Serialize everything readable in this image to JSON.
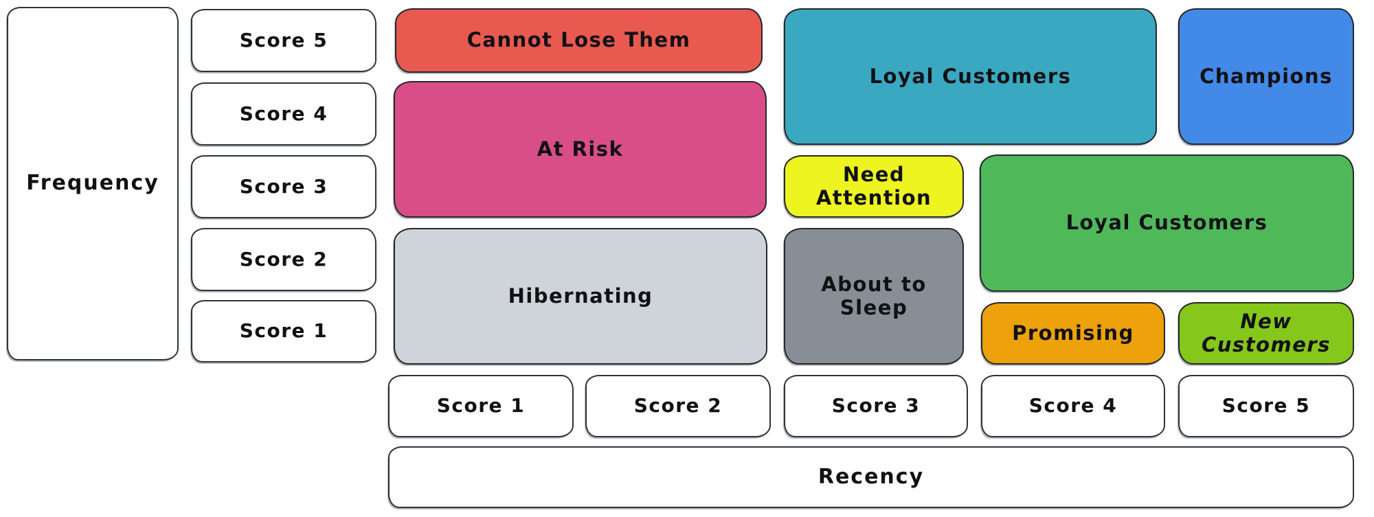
{
  "colors": {
    "background": "#ffffff",
    "stroke": "#2e3338",
    "text": "#101113",
    "chip_fill": "#ffffff"
  },
  "frequency_axis": {
    "label": "Frequency",
    "scores": [
      "Score 5",
      "Score 4",
      "Score 3",
      "Score 2",
      "Score 1"
    ]
  },
  "recency_axis": {
    "label": "Recency",
    "scores": [
      "Score 1",
      "Score 2",
      "Score 3",
      "Score 4",
      "Score 5"
    ]
  },
  "segments": {
    "cannot_lose_them": {
      "label": "Cannot Lose Them",
      "color": "#e8594f"
    },
    "at_risk": {
      "label": "At Risk",
      "color": "#d94e88"
    },
    "hibernating": {
      "label": "Hibernating",
      "color": "#ced4da"
    },
    "loyal_customers_top": {
      "label": "Loyal Customers",
      "color": "#3aa8c1"
    },
    "champions": {
      "label": "Champions",
      "color": "#4289e8"
    },
    "need_attention": {
      "label": "Need Attention",
      "color": "#edf41f"
    },
    "loyal_customers_right": {
      "label": "Loyal Customers",
      "color": "#4fb95a"
    },
    "about_to_sleep": {
      "label": "About to Sleep",
      "color": "#878e96"
    },
    "promising": {
      "label": "Promising",
      "color": "#eda20c"
    },
    "new_customers": {
      "label": "New Customers",
      "color": "#85c71b"
    }
  }
}
